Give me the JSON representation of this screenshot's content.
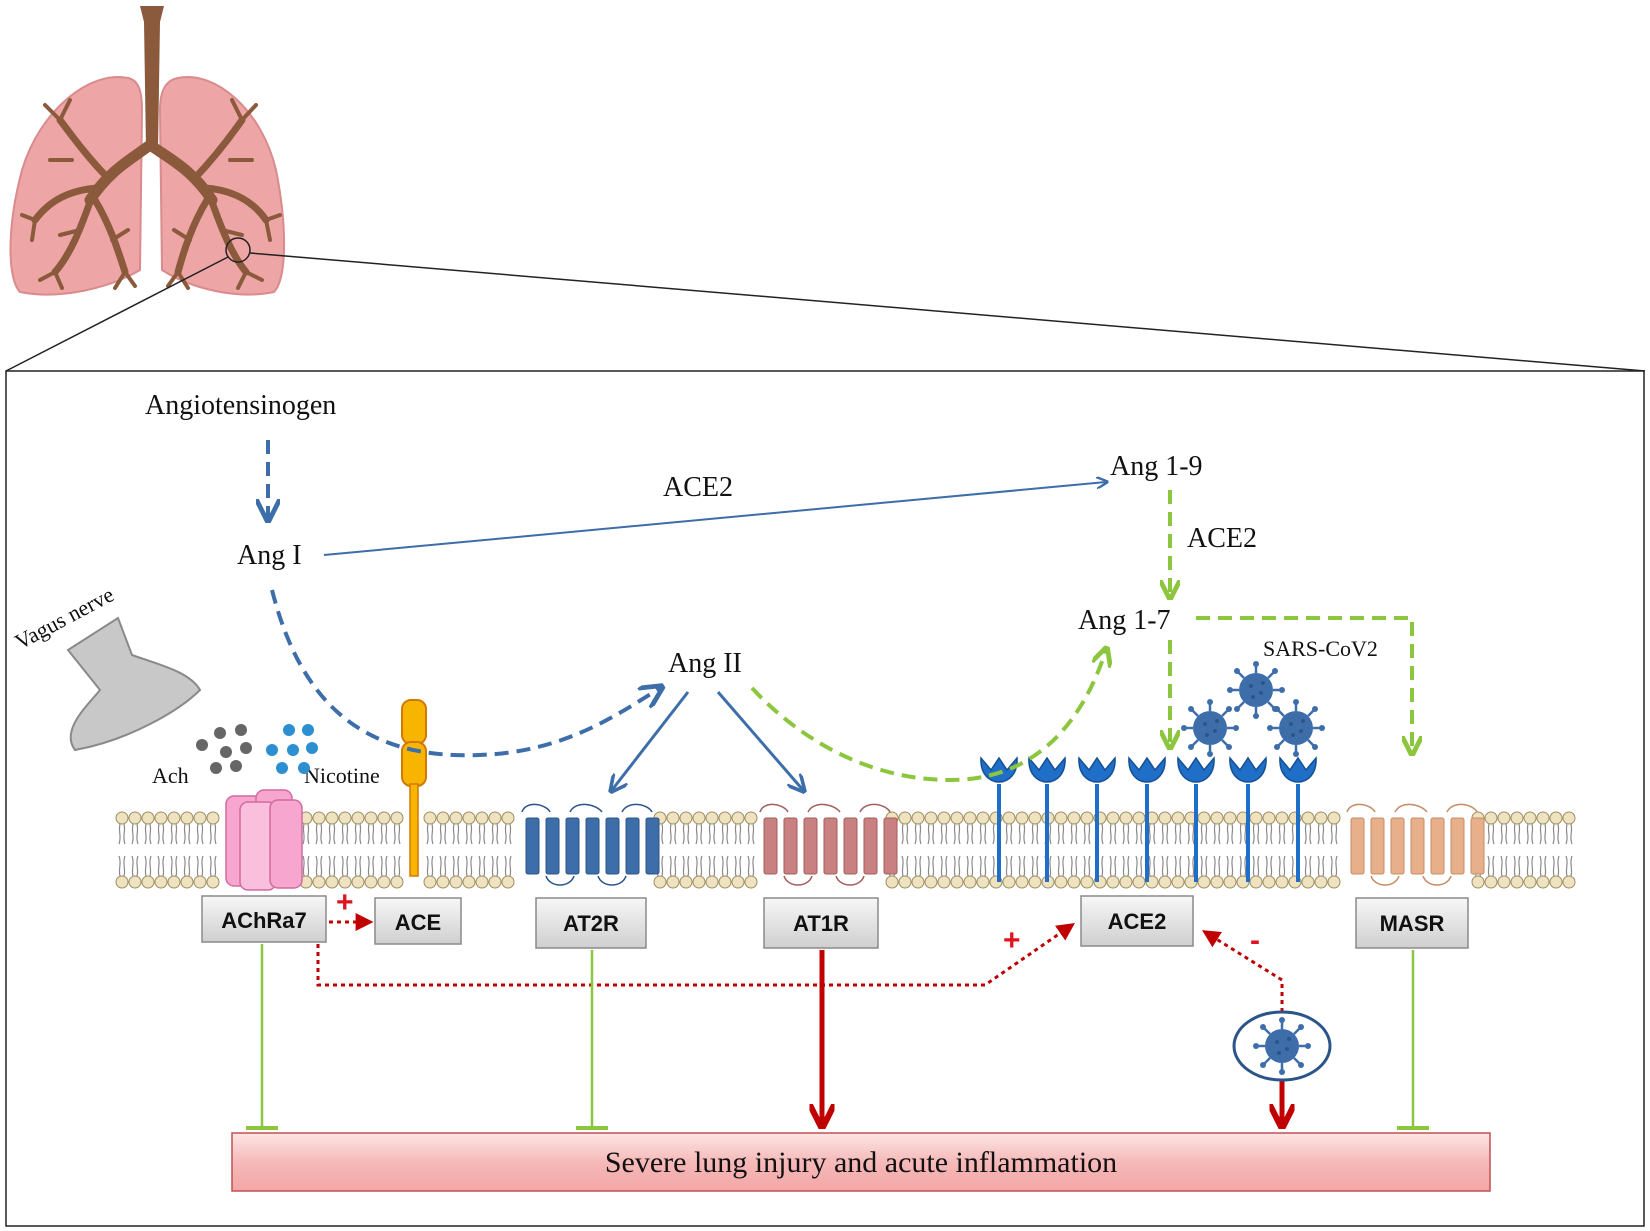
{
  "molecules": {
    "angiotensinogen": "Angiotensinogen",
    "ang1": "Ang I",
    "ang2": "Ang II",
    "ang19": "Ang 1-9",
    "ang17": "Ang 1-7"
  },
  "enzyme_labels": {
    "ace2_top": "ACE2",
    "ace2_mid": "ACE2"
  },
  "side_labels": {
    "vagus": "Vagus nerve",
    "ach": "Ach",
    "nicotine": "Nicotine",
    "sars": "SARS-CoV2"
  },
  "receptors": {
    "achra7": "AChRa7",
    "ace": "ACE",
    "at2r": "AT2R",
    "at1r": "AT1R",
    "ace2": "ACE2",
    "masr": "MASR"
  },
  "signs": {
    "plus_1": "+",
    "plus_2": "+",
    "minus": "-"
  },
  "outcome": "Severe lung injury and acute inflammation",
  "colors": {
    "blue": "#3d6eaa",
    "green": "#8cc63f",
    "red": "#c00000",
    "lung": "#eda5a6",
    "bronchi": "#8b5a3c"
  }
}
